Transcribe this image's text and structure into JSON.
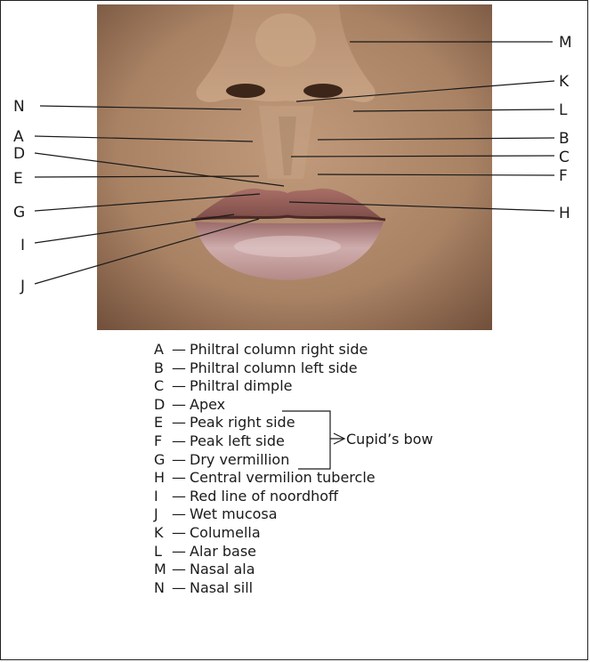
{
  "labels": [
    {
      "letter": "A",
      "name": "Philtral column right side"
    },
    {
      "letter": "B",
      "name": "Philtral column left side"
    },
    {
      "letter": "C",
      "name": "Philtral dimple"
    },
    {
      "letter": "D",
      "name": "Apex"
    },
    {
      "letter": "E",
      "name": "Peak right side"
    },
    {
      "letter": "F",
      "name": "Peak left side"
    },
    {
      "letter": "G",
      "name": "Dry vermillion"
    },
    {
      "letter": "H",
      "name": "Central vermilion tubercle"
    },
    {
      "letter": "I",
      "name": "Red line of noordhoff"
    },
    {
      "letter": "J",
      "name": "Wet mucosa"
    },
    {
      "letter": "K",
      "name": "Columella"
    },
    {
      "letter": "L",
      "name": "Alar base"
    },
    {
      "letter": "M",
      "name": "Nasal ala"
    },
    {
      "letter": "N",
      "name": "Nasal sill"
    }
  ],
  "legend_dash": "—",
  "group": {
    "label": "Cupid’s bow"
  },
  "colors": {
    "skin": "#b08868",
    "skin_dark": "#7a5640",
    "lip": "#8e5c56",
    "lip_light": "#c9a2a2",
    "line": "#1a1a1a"
  }
}
